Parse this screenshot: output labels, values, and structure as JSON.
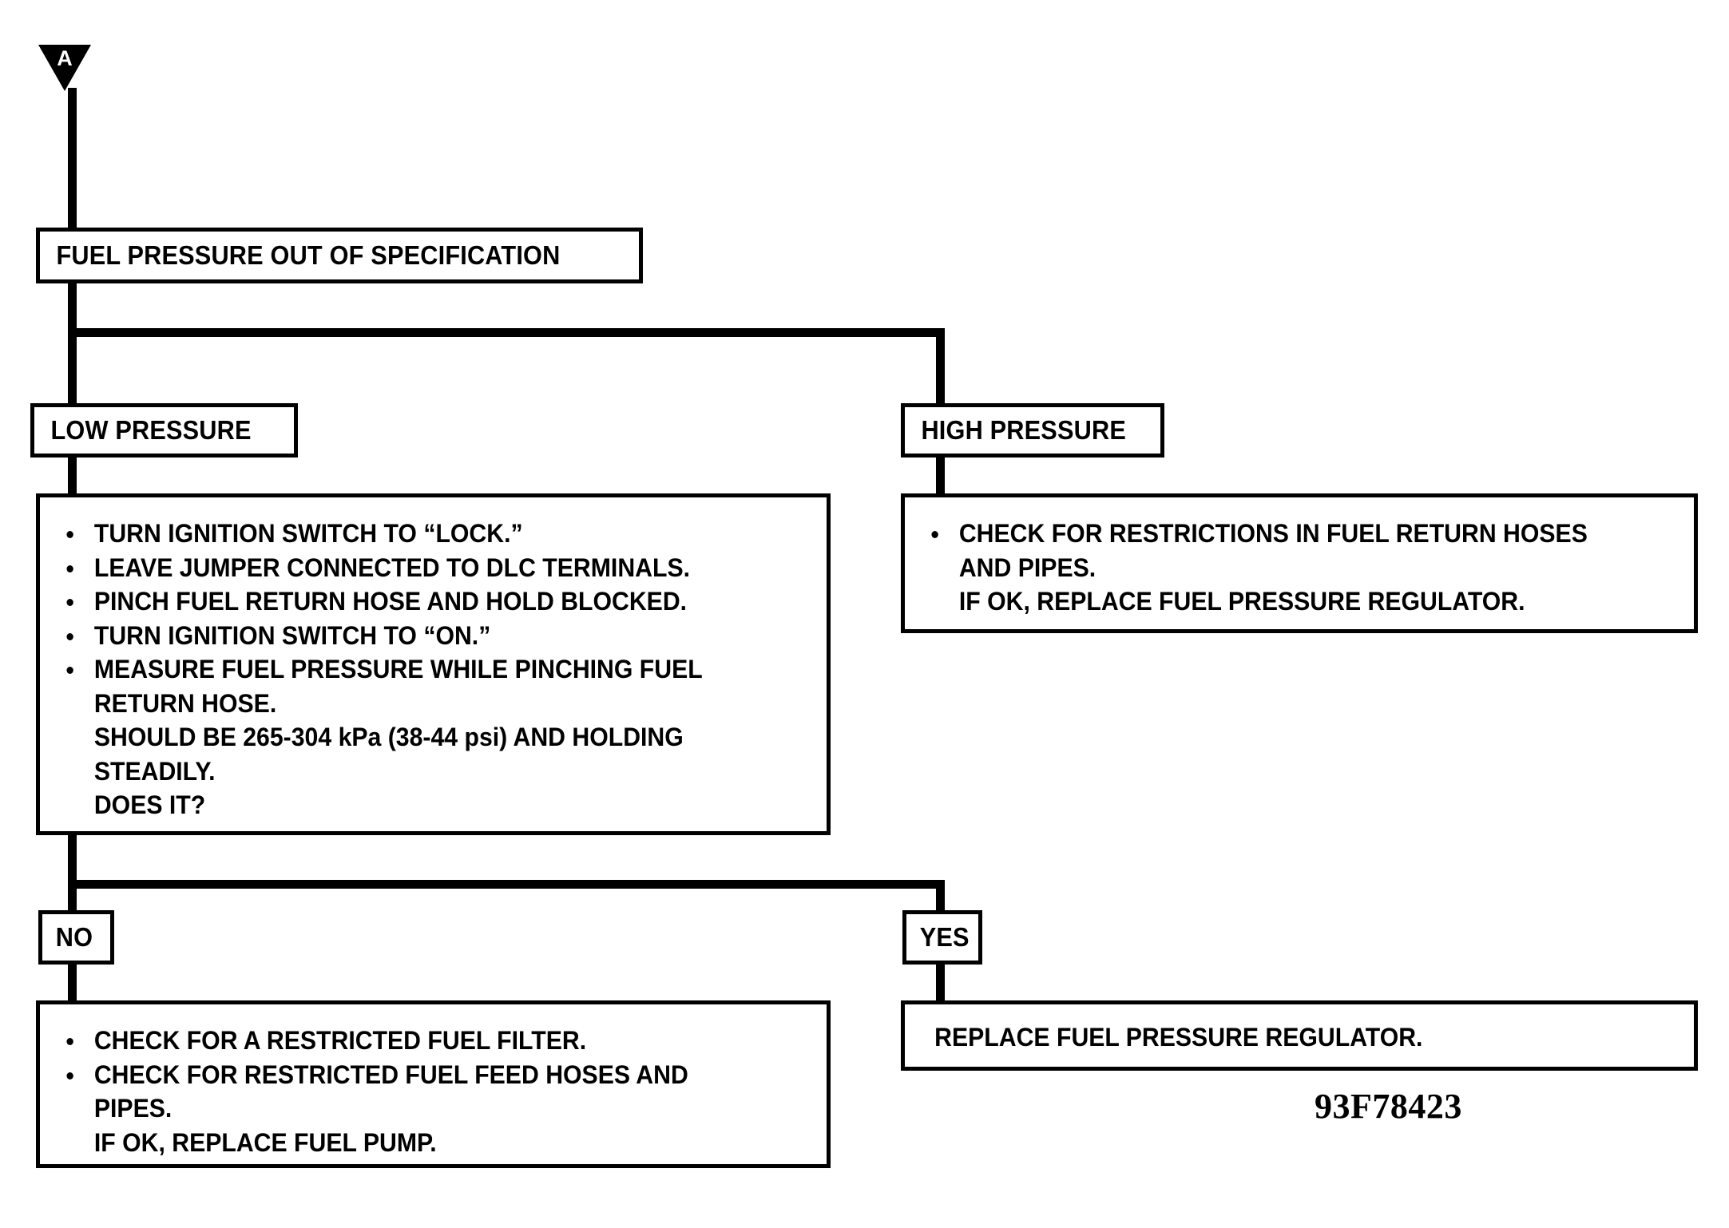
{
  "diagram": {
    "figure_id": "93F78423",
    "entry_connector": {
      "label": "A",
      "shape": "down-triangle"
    },
    "nodes": {
      "start": {
        "text": "FUEL PRESSURE OUT OF SPECIFICATION"
      },
      "branch_low": {
        "text": "LOW PRESSURE"
      },
      "branch_high": {
        "text": "HIGH PRESSURE"
      },
      "low_actions": {
        "items": [
          {
            "bullet": true,
            "text": "TURN IGNITION SWITCH TO “LOCK.”"
          },
          {
            "bullet": true,
            "text": "LEAVE JUMPER CONNECTED TO DLC TERMINALS."
          },
          {
            "bullet": true,
            "text": "PINCH FUEL RETURN HOSE AND HOLD BLOCKED."
          },
          {
            "bullet": true,
            "text": "TURN IGNITION SWITCH TO “ON.”"
          },
          {
            "bullet": true,
            "text": "MEASURE FUEL PRESSURE WHILE PINCHING FUEL\nRETURN HOSE.\nSHOULD BE 265-304 kPa (38-44 psi) AND HOLDING\nSTEADILY.\nDOES IT?"
          }
        ]
      },
      "high_actions": {
        "items": [
          {
            "bullet": true,
            "text": "CHECK FOR RESTRICTIONS IN FUEL RETURN HOSES\nAND PIPES.\nIF OK, REPLACE FUEL PRESSURE REGULATOR."
          }
        ]
      },
      "decision_no": {
        "text": "NO"
      },
      "decision_yes": {
        "text": "YES"
      },
      "no_actions": {
        "items": [
          {
            "bullet": true,
            "text": "CHECK FOR A RESTRICTED FUEL FILTER."
          },
          {
            "bullet": true,
            "text": "CHECK FOR RESTRICTED FUEL FEED HOSES AND\nPIPES.\nIF OK, REPLACE FUEL PUMP."
          }
        ]
      },
      "yes_actions": {
        "items": [
          {
            "bullet": false,
            "text": "REPLACE FUEL PRESSURE REGULATOR."
          }
        ]
      }
    },
    "colors": {
      "ink": "#000000",
      "paper": "#ffffff"
    }
  }
}
